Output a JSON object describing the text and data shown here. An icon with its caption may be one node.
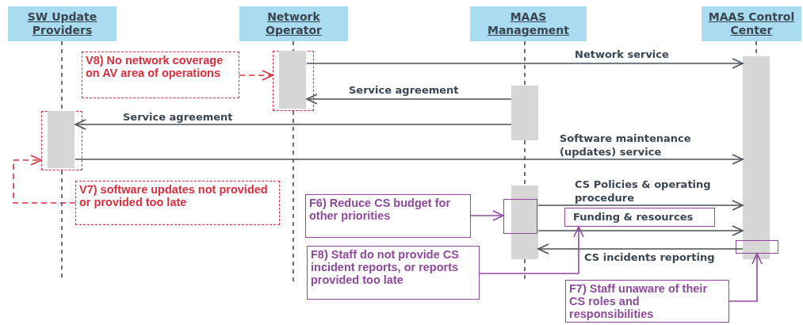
{
  "diagram": {
    "nodes": [
      {
        "text": [
          "SW Update Providers"
        ]
      },
      {
        "text": [
          "Network Operator"
        ]
      },
      {
        "text": [
          "MAAS Management"
        ]
      },
      {
        "text": [
          "MAAS Control Center"
        ]
      },
      {
        "text": [
          "V8) No network coverage on AV area of operations"
        ]
      },
      {
        "text": [],
        "shape": "box"
      },
      {
        "text": [],
        "shape": "bar",
        "in": 5
      },
      {
        "text": [],
        "shape": "bar"
      },
      {
        "text": [],
        "shape": "bar"
      },
      {
        "text": [],
        "shape": "box"
      },
      {
        "text": [],
        "shape": "bar",
        "in": 9
      },
      {
        "text": [
          "V7) software updates not provided or provided too late"
        ]
      },
      {
        "text": [],
        "shape": "bar"
      },
      {
        "text": [
          "F6) Reduce CS budget for other priorities"
        ]
      },
      {
        "text": [],
        "shape": "box"
      },
      {
        "text": [],
        "shape": "box"
      },
      {
        "text": [
          "F8) Staff do not provide CS incident reports, or reports provided too late"
        ]
      },
      {
        "text": [],
        "shape": "box"
      },
      {
        "text": [
          "F7) Staff unaware of their CS roles and responsibilities"
        ]
      }
    ],
    "edges": [
      {
        "from": 6,
        "to": 7,
        "arrow": "to",
        "label": "Network service"
      },
      {
        "from": 4,
        "to": 5,
        "arrow": "to",
        "style": "dashed",
        "color": "#d9303f"
      },
      {
        "from": 8,
        "to": 6,
        "arrow": "to",
        "label": "Service agreement"
      },
      {
        "from": 8,
        "to": 10,
        "arrow": "to",
        "label": "Service agreement"
      },
      {
        "from": 10,
        "to": 7,
        "arrow": "to",
        "label": "Software maintenance (updates) service"
      },
      {
        "from": 11,
        "to": 9,
        "arrow": "to",
        "style": "dashed",
        "color": "#d9303f"
      },
      {
        "from": 13,
        "to": 14,
        "arrow": "to",
        "color": "#8e4a9a"
      },
      {
        "from": 12,
        "to": 7,
        "arrow": "to",
        "label": "CS Policies & operating procedure"
      },
      {
        "from": 12,
        "to": 7,
        "arrow": "to",
        "label": "Funding & resources"
      },
      {
        "from": 7,
        "to": 12,
        "arrow": "to",
        "label": "CS incidents reporting"
      },
      {
        "from": 16,
        "to": 15,
        "arrow": "to",
        "color": "#8e4a9a"
      },
      {
        "from": 18,
        "to": 17,
        "arrow": "to",
        "color": "#8e4a9a"
      },
      {
        "from": 0,
        "to": 9,
        "arrow": "none",
        "style": "dashed"
      },
      {
        "from": 9,
        "to": null,
        "arrow": "none",
        "style": "dashed"
      },
      {
        "from": 1,
        "to": 5,
        "arrow": "none",
        "style": "dashed"
      },
      {
        "from": 5,
        "to": null,
        "arrow": "none",
        "style": "dashed"
      },
      {
        "from": 2,
        "to": 8,
        "arrow": "none",
        "style": "dashed"
      },
      {
        "from": 8,
        "to": 12,
        "arrow": "none",
        "style": "dashed"
      },
      {
        "from": 12,
        "to": null,
        "arrow": "none",
        "style": "dashed"
      },
      {
        "from": 3,
        "to": 7,
        "arrow": "none",
        "style": "dashed"
      }
    ]
  }
}
